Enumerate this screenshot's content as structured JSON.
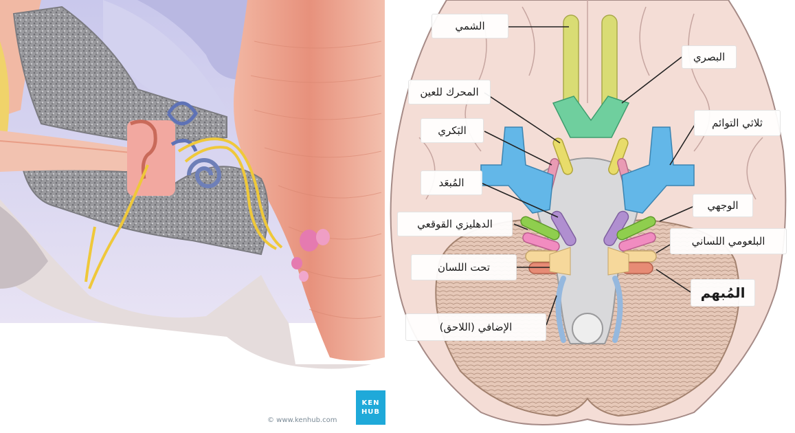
{
  "labels": {
    "olfactory": "الشمي",
    "optic": "البصري",
    "oculomotor": "المحرك للعين",
    "trochlear": "البَكري",
    "trigeminal": "ثلاثي التوائم",
    "abducens": "المُبعَد",
    "facial": "الوجهي",
    "vestibulocochlear": "الدهليزي القوقعي",
    "glossopharyngeal": "البلعومي اللساني",
    "hypoglossal": "تحت اللسان",
    "vagus": "المُبهم",
    "accessory": "الإضافي (اللاحق)"
  },
  "credit": {
    "url": "© www.kenhub.com",
    "logo_line1": "KEN",
    "logo_line2": "HUB"
  },
  "colors": {
    "olfactory": "#d9dc74",
    "optic": "#6fcf9e",
    "oculomotor": "#e8dc6a",
    "trochlear": "#e99bb4",
    "trigeminal": "#63b7e8",
    "abducens": "#b08fd0",
    "facial": "#8fce4e",
    "vestibulocochlear": "#f6d89b",
    "glossopharyngeal": "#f18cc0",
    "vagus": "#e78b75",
    "accessory": "#95b8de",
    "brain": "#f4ddd6",
    "cerebellum": "#e5c6b6",
    "brainstem": "#dcdcdc",
    "logo": "#1fa9d9"
  }
}
